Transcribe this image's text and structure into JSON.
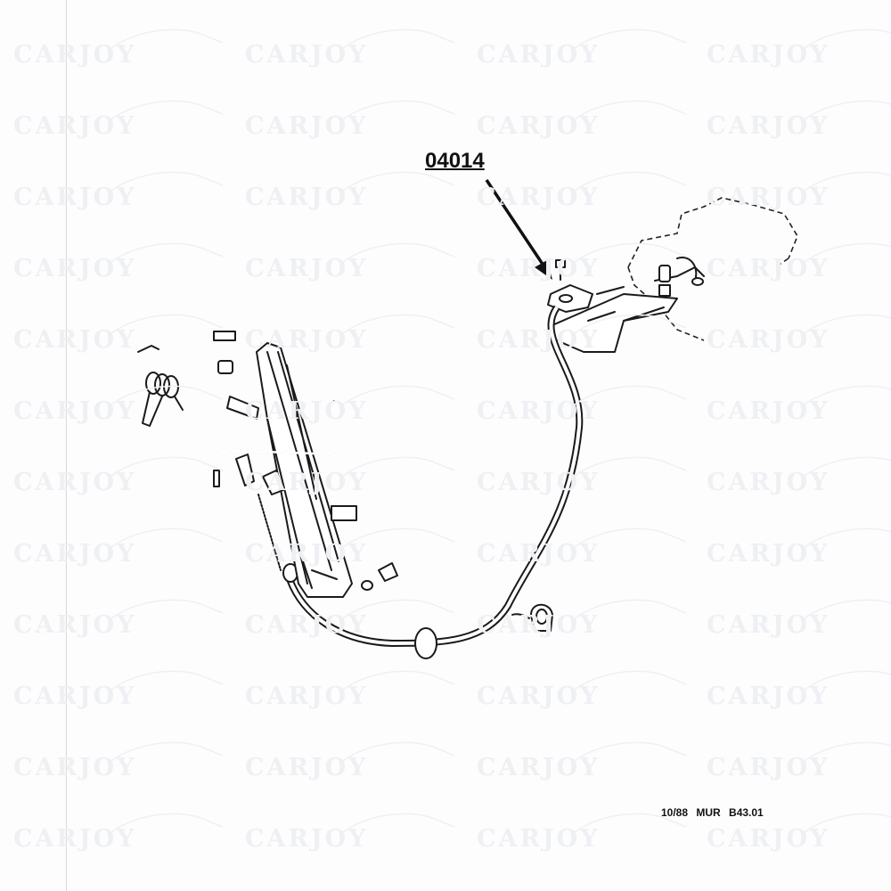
{
  "diagram": {
    "part_number_label": "04014",
    "footer_reference": "10/88  MUR  B43.01",
    "components": [
      "accelerator-pedal",
      "pedal-lever-rod",
      "return-spring",
      "throttle-cable",
      "cable-grommet",
      "cable-clip",
      "mounting-bracket",
      "screw"
    ]
  },
  "watermark": {
    "text": "CARJOY",
    "color": "#eef0f3"
  },
  "colors": {
    "line": "#1a1a1a",
    "background": "#fdfdfd"
  }
}
